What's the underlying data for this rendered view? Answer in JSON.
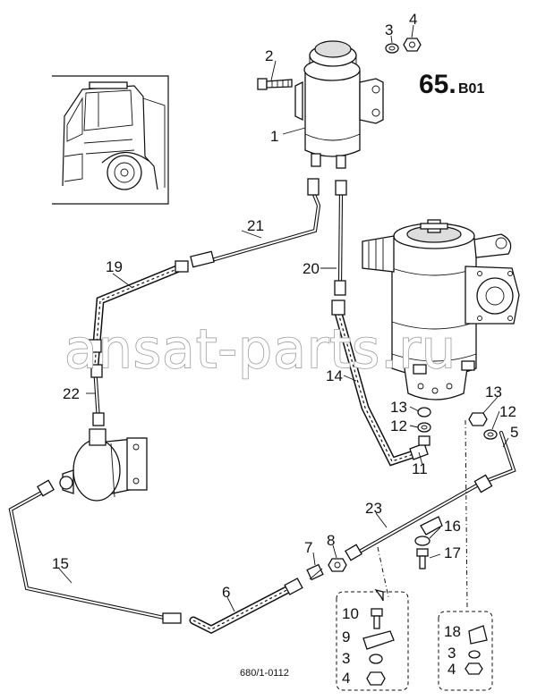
{
  "diagram": {
    "title_main": "65.",
    "title_sub": "B01",
    "drawing_number": "680/1-0112",
    "watermark": "ansat-parts.ru",
    "callouts": [
      {
        "id": "c1",
        "label": "1"
      },
      {
        "id": "c2",
        "label": "2"
      },
      {
        "id": "c3",
        "label": "3"
      },
      {
        "id": "c4",
        "label": "4"
      },
      {
        "id": "c5",
        "label": "5"
      },
      {
        "id": "c6",
        "label": "6"
      },
      {
        "id": "c7",
        "label": "7"
      },
      {
        "id": "c8",
        "label": "8"
      },
      {
        "id": "c11",
        "label": "11"
      },
      {
        "id": "c12a",
        "label": "12"
      },
      {
        "id": "c12b",
        "label": "12"
      },
      {
        "id": "c13a",
        "label": "13"
      },
      {
        "id": "c13b",
        "label": "13"
      },
      {
        "id": "c14",
        "label": "14"
      },
      {
        "id": "c15",
        "label": "15"
      },
      {
        "id": "c16",
        "label": "16"
      },
      {
        "id": "c17",
        "label": "17"
      },
      {
        "id": "c19",
        "label": "19"
      },
      {
        "id": "c20",
        "label": "20"
      },
      {
        "id": "c21",
        "label": "21"
      },
      {
        "id": "c22",
        "label": "22"
      },
      {
        "id": "c23",
        "label": "23"
      }
    ],
    "detail_left": {
      "items": [
        {
          "label": "10"
        },
        {
          "label": "9"
        },
        {
          "label": "3"
        },
        {
          "label": "4"
        }
      ]
    },
    "detail_right": {
      "items": [
        {
          "label": "18"
        },
        {
          "label": "3"
        },
        {
          "label": "4"
        }
      ]
    }
  }
}
